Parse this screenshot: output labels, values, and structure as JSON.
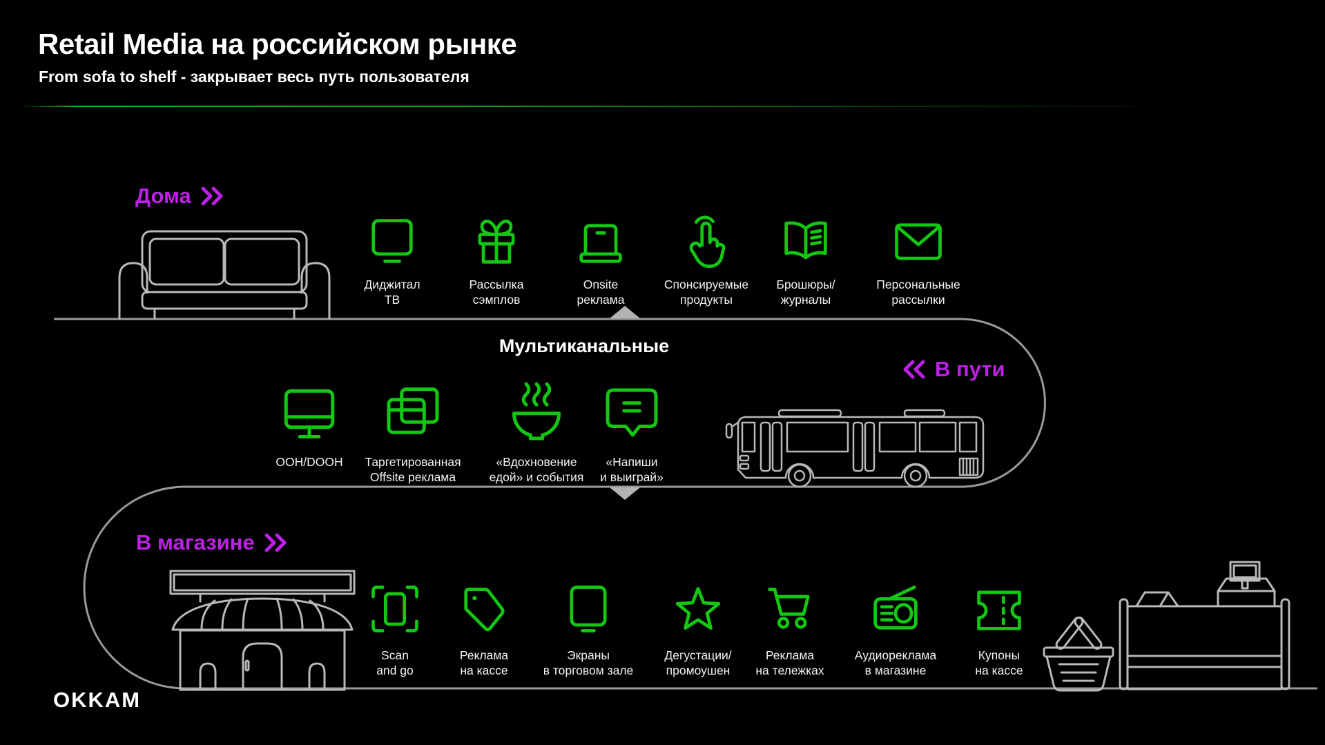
{
  "header": {
    "title": "Retail Media на российском рынке",
    "subtitle": "From sofa to shelf - закрывает весь путь пользователя"
  },
  "logo": "OKKAM",
  "sections": {
    "home": {
      "label": "Дома",
      "items": [
        {
          "icon": "digital-tv",
          "label": "Диджитал\nТВ"
        },
        {
          "icon": "gift",
          "label": "Рассылка\nсэмплов"
        },
        {
          "icon": "laptop",
          "label": "Onsite\nреклама"
        },
        {
          "icon": "touch-gesture",
          "label": "Спонсируемые\nпродукты"
        },
        {
          "icon": "open-book",
          "label": "Брошюры/\nжурналы"
        },
        {
          "icon": "envelope",
          "label": "Персональные\nрассылки"
        }
      ]
    },
    "multichannel": {
      "heading": "Мультиканальные",
      "items": [
        {
          "icon": "monitor",
          "label": "OOH/DOOH"
        },
        {
          "icon": "stacked-ads",
          "label": "Таргетированная\nOffsite реклама"
        },
        {
          "icon": "steaming-bowl",
          "label": "«Вдохновение\nедой» и события"
        },
        {
          "icon": "chat-bubble",
          "label": "«Напиши\nи выиграй»"
        }
      ]
    },
    "on_the_way": {
      "label": "В пути"
    },
    "in_store": {
      "label": "В магазине",
      "items": [
        {
          "icon": "scan-frame",
          "label": "Scan\nand go"
        },
        {
          "icon": "price-tag",
          "label": "Реклама\nна кассе"
        },
        {
          "icon": "screen",
          "label": "Экраны\nв торговом зале"
        },
        {
          "icon": "star",
          "label": "Дегустации/\nпромоушен"
        },
        {
          "icon": "shopping-cart",
          "label": "Реклама\nна тележках"
        },
        {
          "icon": "radio",
          "label": "Аудиореклама\nв магазине"
        },
        {
          "icon": "coupon-ticket",
          "label": "Купоны\nна кассе"
        }
      ]
    }
  },
  "illustrations": [
    "sofa",
    "bus",
    "store",
    "shopping-basket",
    "checkout-counter"
  ],
  "colors": {
    "background": "#000000",
    "accent_green": "#13c713",
    "accent_magenta": "#bd20e6",
    "path_gray": "#9a9a9a",
    "text": "#f2f2f2"
  }
}
